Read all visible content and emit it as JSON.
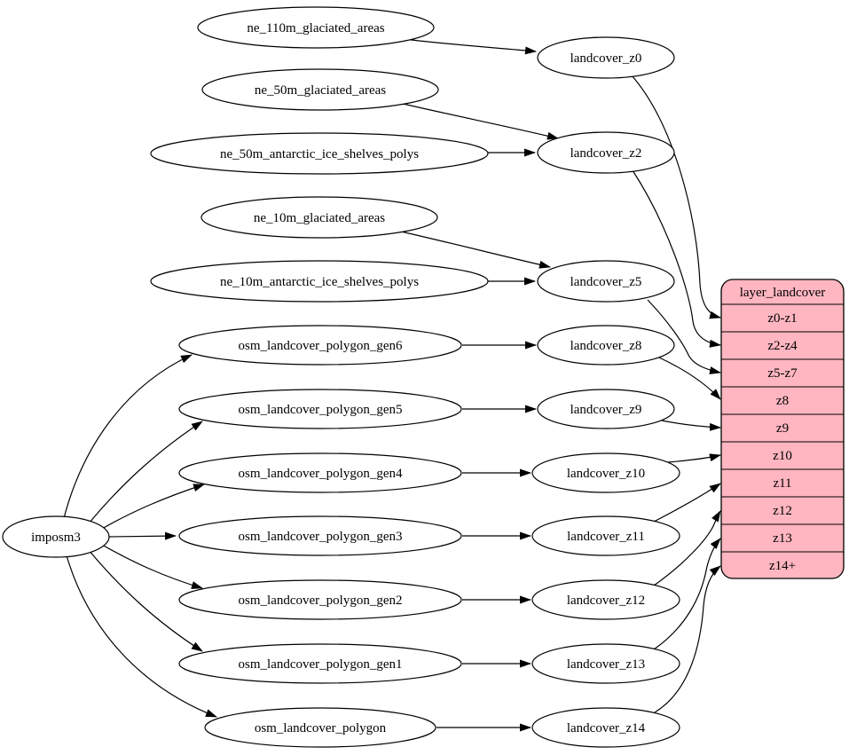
{
  "diagram": {
    "type": "etl-dataflow-graph",
    "nodes": {
      "imposm3": "imposm3",
      "sources": [
        "ne_110m_glaciated_areas",
        "ne_50m_glaciated_areas",
        "ne_50m_antarctic_ice_shelves_polys",
        "ne_10m_glaciated_areas",
        "ne_10m_antarctic_ice_shelves_polys",
        "osm_landcover_polygon_gen6",
        "osm_landcover_polygon_gen5",
        "osm_landcover_polygon_gen4",
        "osm_landcover_polygon_gen3",
        "osm_landcover_polygon_gen2",
        "osm_landcover_polygon_gen1",
        "osm_landcover_polygon"
      ],
      "intermediates": [
        "landcover_z0",
        "landcover_z2",
        "landcover_z5",
        "landcover_z8",
        "landcover_z9",
        "landcover_z10",
        "landcover_z11",
        "landcover_z12",
        "landcover_z13",
        "landcover_z14"
      ]
    },
    "table": {
      "title": "layer_landcover",
      "rows": [
        "z0-z1",
        "z2-z4",
        "z5-z7",
        "z8",
        "z9",
        "z10",
        "z11",
        "z12",
        "z13",
        "z14+"
      ]
    },
    "edges": [
      [
        "imposm3",
        "osm_landcover_polygon_gen6"
      ],
      [
        "imposm3",
        "osm_landcover_polygon_gen5"
      ],
      [
        "imposm3",
        "osm_landcover_polygon_gen4"
      ],
      [
        "imposm3",
        "osm_landcover_polygon_gen3"
      ],
      [
        "imposm3",
        "osm_landcover_polygon_gen2"
      ],
      [
        "imposm3",
        "osm_landcover_polygon_gen1"
      ],
      [
        "imposm3",
        "osm_landcover_polygon"
      ],
      [
        "ne_110m_glaciated_areas",
        "landcover_z0"
      ],
      [
        "ne_50m_glaciated_areas",
        "landcover_z2"
      ],
      [
        "ne_50m_antarctic_ice_shelves_polys",
        "landcover_z2"
      ],
      [
        "ne_10m_glaciated_areas",
        "landcover_z5"
      ],
      [
        "ne_10m_antarctic_ice_shelves_polys",
        "landcover_z5"
      ],
      [
        "osm_landcover_polygon_gen6",
        "landcover_z8"
      ],
      [
        "osm_landcover_polygon_gen5",
        "landcover_z9"
      ],
      [
        "osm_landcover_polygon_gen4",
        "landcover_z10"
      ],
      [
        "osm_landcover_polygon_gen3",
        "landcover_z11"
      ],
      [
        "osm_landcover_polygon_gen2",
        "landcover_z12"
      ],
      [
        "osm_landcover_polygon_gen1",
        "landcover_z13"
      ],
      [
        "osm_landcover_polygon",
        "landcover_z14"
      ],
      [
        "landcover_z0",
        "layer_landcover:z0-z1"
      ],
      [
        "landcover_z2",
        "layer_landcover:z2-z4"
      ],
      [
        "landcover_z5",
        "layer_landcover:z5-z7"
      ],
      [
        "landcover_z8",
        "layer_landcover:z8"
      ],
      [
        "landcover_z9",
        "layer_landcover:z9"
      ],
      [
        "landcover_z10",
        "layer_landcover:z10"
      ],
      [
        "landcover_z11",
        "layer_landcover:z11"
      ],
      [
        "landcover_z12",
        "layer_landcover:z12"
      ],
      [
        "landcover_z13",
        "layer_landcover:z13"
      ],
      [
        "landcover_z14",
        "layer_landcover:z14+"
      ]
    ],
    "colors": {
      "table_fill": "#ffb6c1",
      "node_fill": "#ffffff",
      "stroke": "#000000"
    }
  }
}
